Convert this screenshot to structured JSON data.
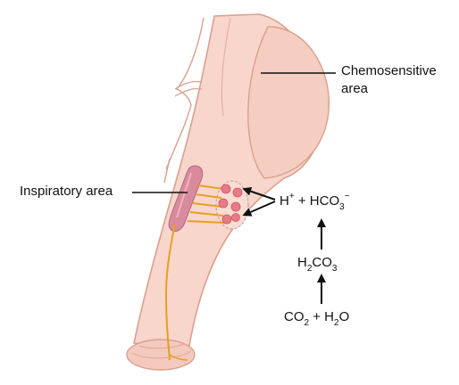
{
  "labels": {
    "chemosensitive_line1": "Chemosensitive",
    "chemosensitive_line2": "area",
    "inspiratory": "Inspiratory area"
  },
  "equations": {
    "top": {
      "h": "H",
      "h_charge": "+",
      "plus": " + HCO",
      "hco3_sub": "3",
      "hco3_charge": "−"
    },
    "middle": {
      "h": "H",
      "h_sub": "2",
      "co": "CO",
      "co_sub": "3"
    },
    "bottom": {
      "co": "CO",
      "co_sub": "2",
      "plus": " + H",
      "h_sub": "2",
      "o": "O"
    }
  },
  "colors": {
    "tissue": "#f8d6cc",
    "outline": "#d9a08e",
    "neuron": "#e87a86",
    "fiber": "#e6a020",
    "arrow": "#111111"
  }
}
